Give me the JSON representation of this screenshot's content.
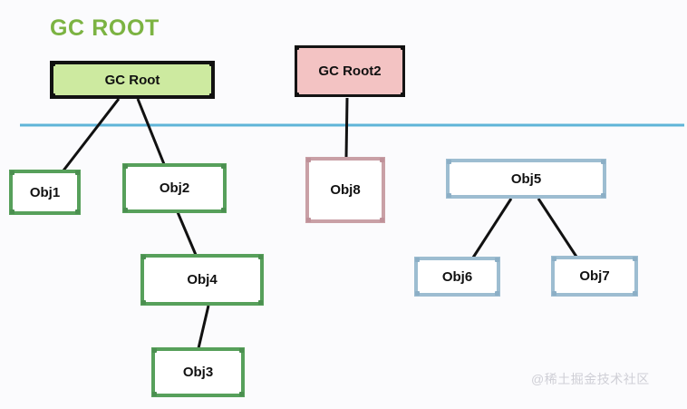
{
  "diagram": {
    "title": "GC ROOT",
    "title_color": "#7cb342",
    "background_color": "#fbfbfd",
    "divider_color": "#5fb4d8",
    "watermark": "@稀土掘金技术社区"
  },
  "nodes": {
    "gc_root": {
      "label": "GC Root",
      "fill": "#cdeaa0",
      "stroke": "#121212"
    },
    "gc_root2": {
      "label": "GC Root2",
      "fill": "#f3c3c3",
      "stroke": "#141414"
    },
    "obj1": {
      "label": "Obj1",
      "fill": "#ffffff",
      "stroke": "#57a05b"
    },
    "obj2": {
      "label": "Obj2",
      "fill": "#ffffff",
      "stroke": "#57a05b"
    },
    "obj3": {
      "label": "Obj3",
      "fill": "#ffffff",
      "stroke": "#57a05b"
    },
    "obj4": {
      "label": "Obj4",
      "fill": "#ffffff",
      "stroke": "#57a05b"
    },
    "obj5": {
      "label": "Obj5",
      "fill": "#ffffff",
      "stroke": "#9dbdd1"
    },
    "obj6": {
      "label": "Obj6",
      "fill": "#ffffff",
      "stroke": "#9dbdd1"
    },
    "obj7": {
      "label": "Obj7",
      "fill": "#ffffff",
      "stroke": "#9dbdd1"
    },
    "obj8": {
      "label": "Obj8",
      "fill": "#ffffff",
      "stroke": "#c9a0a6"
    }
  },
  "edges": [
    {
      "from": "gc_root",
      "to": "obj1"
    },
    {
      "from": "gc_root",
      "to": "obj2"
    },
    {
      "from": "obj2",
      "to": "obj4"
    },
    {
      "from": "obj4",
      "to": "obj3"
    },
    {
      "from": "gc_root2",
      "to": "obj8"
    },
    {
      "from": "obj5",
      "to": "obj6"
    },
    {
      "from": "obj5",
      "to": "obj7"
    }
  ]
}
